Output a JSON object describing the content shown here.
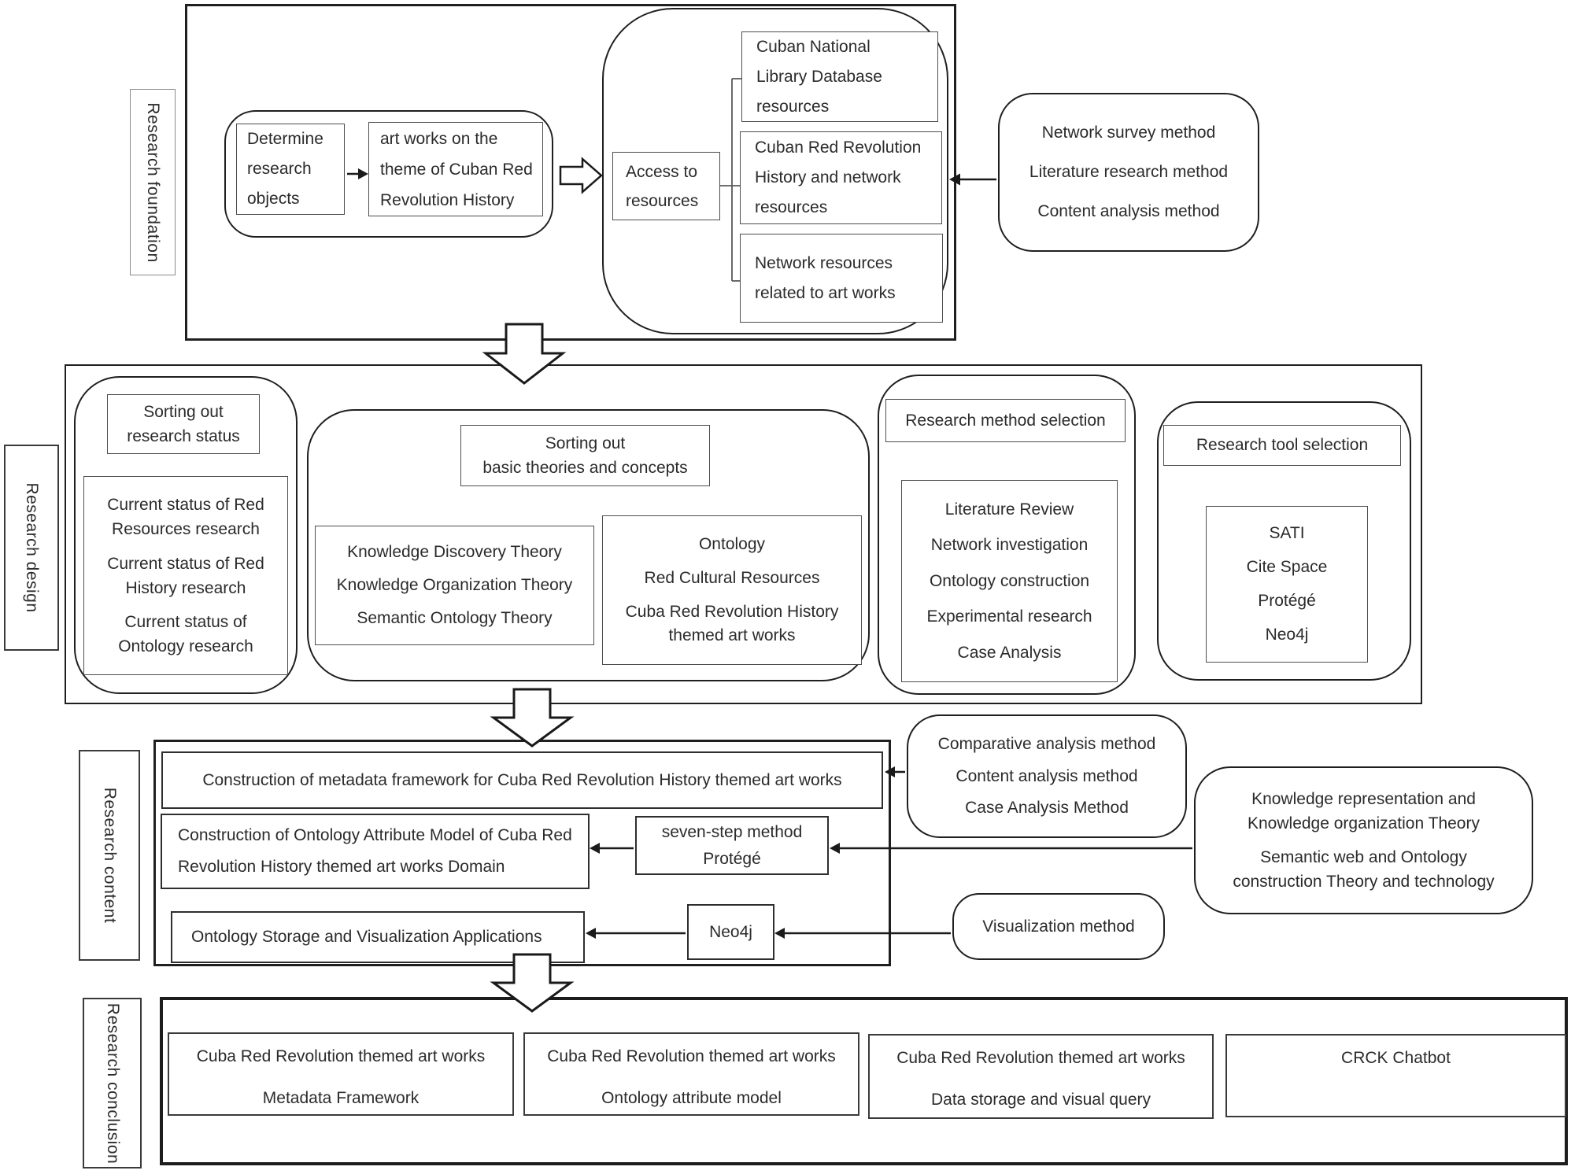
{
  "colors": {
    "line": "#1f1f1f",
    "text": "#2b2b2b",
    "background": "#ffffff",
    "thin_border": "#4d4d4d"
  },
  "foundation": {
    "label": "Research foundation",
    "determine_box": "Determine research objects",
    "artworks_box": "art works on the theme of Cuban Red Revolution History",
    "access_box": "Access to resources",
    "resource_boxes": [
      "Cuban National Library Database resources",
      "Cuban Red Revolution History and network resources",
      "Network resources related to art works"
    ],
    "methods_box": [
      "Network survey method",
      "Literature research method",
      "Content analysis method"
    ]
  },
  "design": {
    "label": "Research design",
    "status_header_lines": [
      "Sorting out",
      "research status"
    ],
    "status_items": [
      "Current status of Red Resources research",
      "Current status of Red History research",
      "Current status of Ontology research"
    ],
    "theories_header_lines": [
      "Sorting out",
      "basic theories and concepts"
    ],
    "theory_items": [
      "Knowledge Discovery Theory",
      "Knowledge Organization Theory",
      "Semantic Ontology Theory"
    ],
    "concept_items": [
      "Ontology",
      "Red Cultural Resources",
      "Cuba Red Revolution History themed art works"
    ],
    "method_header": "Research method selection",
    "method_items": [
      "Literature Review",
      "Network investigation",
      "Ontology construction",
      "Experimental research",
      "Case Analysis"
    ],
    "tool_header": "Research tool selection",
    "tool_items": [
      "SATI",
      "Cite Space",
      "Protégé",
      "Neo4j"
    ]
  },
  "content": {
    "label": "Research content",
    "metadata_box": "Construction of metadata framework for Cuba Red Revolution History themed art works",
    "model_box": "Construction of Ontology Attribute Model of Cuba Red Revolution History themed art works Domain",
    "seven_step_box": "seven-step method Protégé",
    "storage_box": "Ontology Storage and Visualization Applications",
    "neo4j_box": "Neo4j",
    "analysis_methods": [
      "Comparative analysis method",
      "Content analysis method",
      "Case Analysis Method"
    ],
    "knowledge_theories": [
      "Knowledge representation and Knowledge organization Theory",
      "Semantic web and Ontology construction Theory and technology"
    ],
    "visualization_box": "Visualization method"
  },
  "conclusion": {
    "label": "Research conclusion",
    "boxes": [
      {
        "title": "Cuba Red Revolution themed art works",
        "subtitle": "Metadata Framework"
      },
      {
        "title": "Cuba Red Revolution themed art works",
        "subtitle": "Ontology attribute model"
      },
      {
        "title": "Cuba Red Revolution themed art works",
        "subtitle": "Data storage and visual query"
      },
      {
        "title": "CRCK Chatbot",
        "subtitle": ""
      }
    ]
  }
}
